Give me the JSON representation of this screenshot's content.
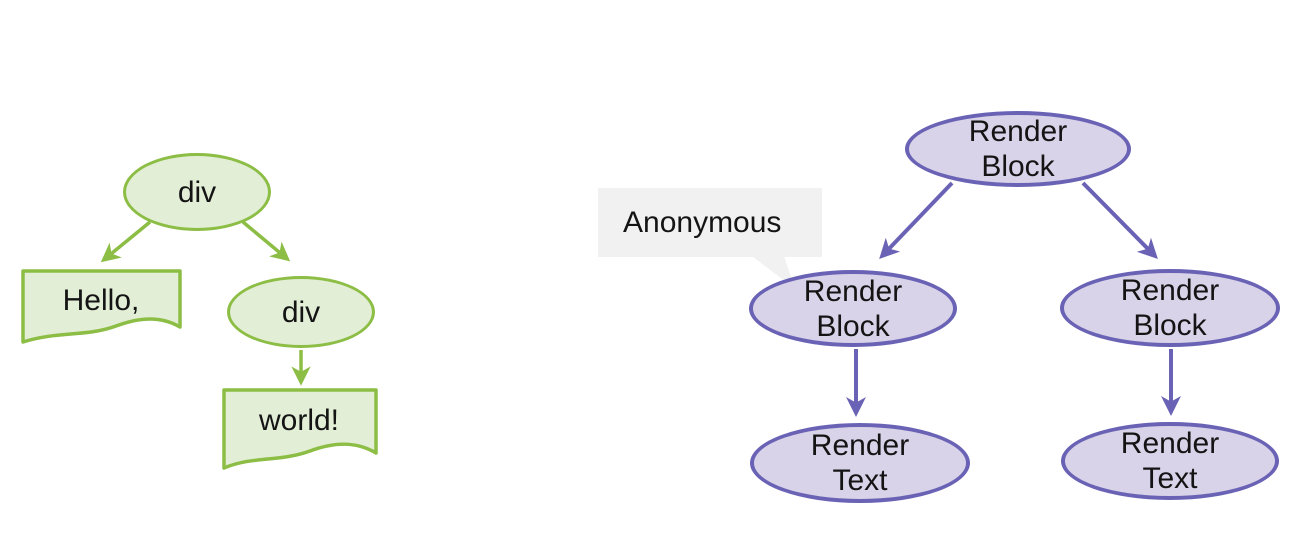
{
  "colors": {
    "page-bg": "#ffffff",
    "label": "#141414",
    "dom-stroke": "#8cbd45",
    "dom-fill": "#e2eed5",
    "render-stroke": "#6a63b5",
    "render-fill": "#d8d3e8",
    "callout-bg": "#f1f1f1"
  },
  "dom_tree": {
    "root_label": "div",
    "text_left_label": "Hello,",
    "child_label": "div",
    "child_text_label": "world!"
  },
  "render_tree": {
    "root": [
      "Render",
      "Block"
    ],
    "child_left": [
      "Render",
      "Block"
    ],
    "child_right": [
      "Render",
      "Block"
    ],
    "text_left": [
      "Render",
      "Text"
    ],
    "text_right": [
      "Render",
      "Text"
    ],
    "callout_label": "Anonymous"
  }
}
